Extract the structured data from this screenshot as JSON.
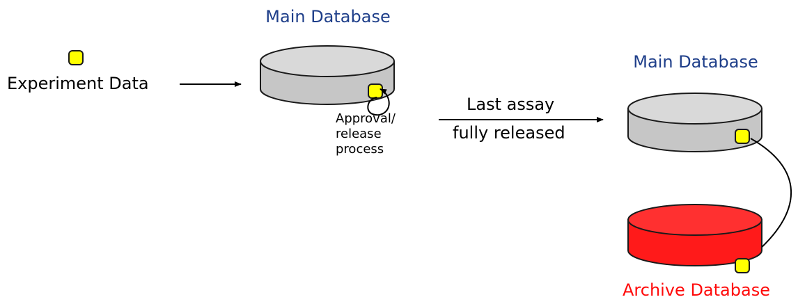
{
  "labels": {
    "main_db_1": "Main Database",
    "experiment_data": "Experiment Data",
    "approval_line1": "Approval/",
    "approval_line2": "release",
    "approval_line3": "process",
    "last_assay_line1": "Last assay",
    "last_assay_line2": "fully released",
    "main_db_2": "Main Database",
    "archive_db": "Archive Database"
  },
  "colors": {
    "main_db_title": "#1f3f8a",
    "archive_db_title": "#ff0a0a",
    "main_db_fill": "#c6c6c6",
    "main_db_top": "#d9d9d9",
    "archive_db_fill": "#ff1a1a",
    "archive_db_top": "#ff3030",
    "data_marker": "#ffff00",
    "stroke": "#1a1a1a"
  }
}
